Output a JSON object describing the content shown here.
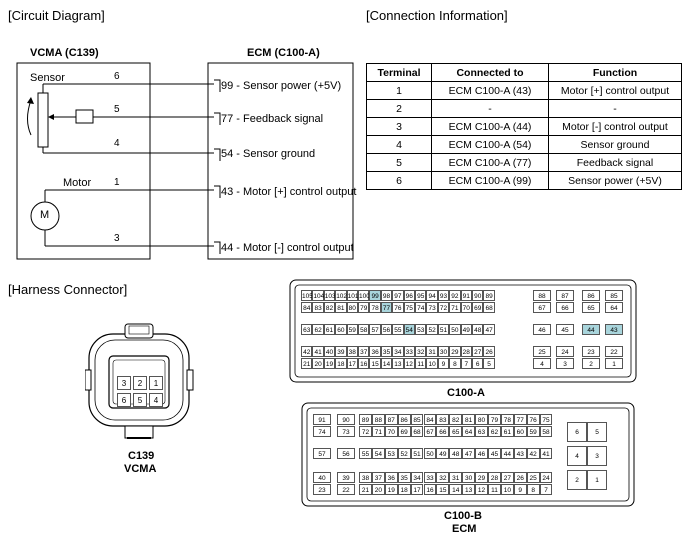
{
  "headers": {
    "circuit": "[Circuit Diagram]",
    "connection": "[Connection Information]",
    "harness": "[Harness Connector]"
  },
  "circuit": {
    "vcma_title": "VCMA (C139)",
    "ecm_title": "ECM (C100-A)",
    "sensor_label": "Sensor",
    "motor_label": "Motor",
    "motor_symbol": "M",
    "pins": [
      {
        "num": "6",
        "signal": "99 - Sensor power (+5V)"
      },
      {
        "num": "5",
        "signal": "77 - Feedback signal"
      },
      {
        "num": "4",
        "signal": "54 - Sensor ground"
      },
      {
        "num": "1",
        "signal": "43 - Motor [+] control output"
      },
      {
        "num": "3",
        "signal": "44 - Motor [-] control output"
      }
    ]
  },
  "table": {
    "headers": [
      "Terminal",
      "Connected to",
      "Function"
    ],
    "rows": [
      [
        "1",
        "ECM C100-A (43)",
        "Motor [+] control output"
      ],
      [
        "2",
        "-",
        "-"
      ],
      [
        "3",
        "ECM C100-A (44)",
        "Motor [-] control output"
      ],
      [
        "4",
        "ECM C100-A (54)",
        "Sensor ground"
      ],
      [
        "5",
        "ECM C100-A (77)",
        "Feedback signal"
      ],
      [
        "6",
        "ECM C100-A (99)",
        "Sensor power (+5V)"
      ]
    ]
  },
  "c139": {
    "pins_top": [
      "3",
      "2",
      "1"
    ],
    "pins_bottom": [
      "6",
      "5",
      "4"
    ],
    "label1": "C139",
    "label2": "VCMA"
  },
  "c100a": {
    "label": "C100-A",
    "highlight": [
      "99",
      "77",
      "54",
      "44",
      "43"
    ],
    "main_rows": [
      [
        "105",
        "104",
        "103",
        "102",
        "101",
        "100",
        "99",
        "98",
        "97",
        "96",
        "95",
        "94",
        "93",
        "92",
        "91",
        "90",
        "89"
      ],
      [
        "84",
        "83",
        "82",
        "81",
        "80",
        "79",
        "78",
        "77",
        "76",
        "75",
        "74",
        "73",
        "72",
        "71",
        "70",
        "69",
        "68"
      ],
      [
        "63",
        "62",
        "61",
        "60",
        "59",
        "58",
        "57",
        "56",
        "55",
        "54",
        "53",
        "52",
        "51",
        "50",
        "49",
        "48",
        "47"
      ],
      [
        "42",
        "41",
        "40",
        "39",
        "38",
        "37",
        "36",
        "35",
        "34",
        "33",
        "32",
        "31",
        "30",
        "29",
        "28",
        "27",
        "26"
      ],
      [
        "21",
        "20",
        "19",
        "18",
        "17",
        "16",
        "15",
        "14",
        "13",
        "12",
        "11",
        "10",
        "9",
        "8",
        "7",
        "6",
        "5"
      ]
    ],
    "side_rows": [
      [
        "88",
        "87",
        "86",
        "85"
      ],
      [
        "67",
        "66",
        "65",
        "64"
      ],
      [
        "46",
        "45",
        "44",
        "43"
      ],
      [
        "25",
        "24",
        "23",
        "22"
      ],
      [
        "4",
        "3",
        "2",
        "1"
      ]
    ]
  },
  "c100b": {
    "label1": "C100-B",
    "label2": "ECM",
    "left_rows": [
      [
        "91",
        "74"
      ],
      [
        "90",
        "73"
      ],
      [
        "57"
      ],
      [
        "56"
      ],
      [
        "40",
        "23"
      ],
      [
        "39",
        "22"
      ]
    ],
    "main_rows": [
      [
        "89",
        "88",
        "87",
        "86",
        "85",
        "84",
        "83",
        "82",
        "81",
        "80",
        "79",
        "78",
        "77",
        "76",
        "75"
      ],
      [
        "72",
        "71",
        "70",
        "69",
        "68",
        "67",
        "66",
        "65",
        "64",
        "63",
        "62",
        "61",
        "60",
        "59",
        "58"
      ],
      [
        "55",
        "54",
        "53",
        "52",
        "51",
        "50",
        "49",
        "48",
        "47",
        "46",
        "45",
        "44",
        "43",
        "42",
        "41"
      ],
      [
        "38",
        "37",
        "36",
        "35",
        "34",
        "33",
        "32",
        "31",
        "30",
        "29",
        "28",
        "27",
        "26",
        "25",
        "24"
      ],
      [
        "21",
        "20",
        "19",
        "18",
        "17",
        "16",
        "15",
        "14",
        "13",
        "12",
        "11",
        "10",
        "9",
        "8",
        "7"
      ]
    ],
    "right_rows": [
      [
        "6",
        "5"
      ],
      [
        "4",
        "3"
      ],
      [
        "2",
        "1"
      ]
    ]
  }
}
